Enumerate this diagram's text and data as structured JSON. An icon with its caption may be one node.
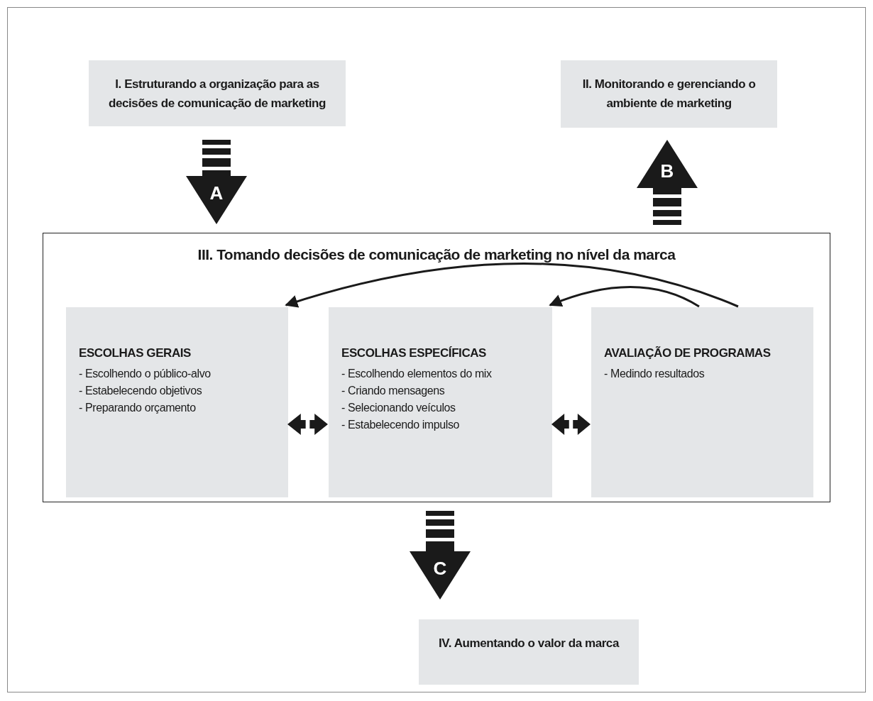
{
  "diagram": {
    "nodes": [
      {
        "text": [
          "I. Estruturando a organização para as decisões de comunicação de marketing"
        ]
      },
      {
        "text": [
          "II. Monitorando e gerenciando o ambiente de marketing"
        ]
      },
      {
        "text": [
          "III. Tomando decisões de comunicação de marketing no nível da marca"
        ]
      },
      {
        "text": [
          "ESCOLHAS GERAIS",
          "- Escolhendo o público-alvo",
          "- Estabelecendo objetivos",
          "- Preparando orçamento"
        ],
        "in": 2
      },
      {
        "text": [
          "ESCOLHAS ESPECÍFICAS",
          "- Escolhendo elementos do mix",
          "- Criando mensagens",
          "- Selecionando veículos",
          "- Estabelecendo impulso"
        ],
        "in": 2
      },
      {
        "text": [
          "AVALIAÇÃO DE PROGRAMAS",
          "- Medindo resultados"
        ],
        "in": 2
      },
      {
        "text": [
          "IV. Aumentando o valor da marca"
        ]
      }
    ],
    "edges": [
      {
        "from": 0,
        "to": 2,
        "arrow": "to",
        "label": "A",
        "style": "thick"
      },
      {
        "from": 2,
        "to": 1,
        "arrow": "to",
        "label": "B",
        "style": "thick"
      },
      {
        "from": 2,
        "to": 6,
        "arrow": "to",
        "label": "C",
        "style": "thick"
      },
      {
        "from": 3,
        "to": 4,
        "arrow": "both",
        "style": "thick"
      },
      {
        "from": 4,
        "to": 5,
        "arrow": "both",
        "style": "thick"
      },
      {
        "from": 5,
        "to": 3,
        "arrow": "to"
      },
      {
        "from": 5,
        "to": 4,
        "arrow": "to"
      }
    ]
  }
}
